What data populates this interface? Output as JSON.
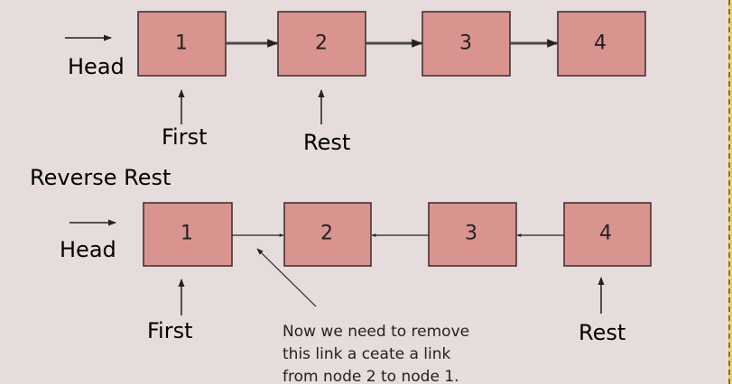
{
  "labels": {
    "head": "Head",
    "first": "First",
    "rest": "Rest",
    "section_title": "Reverse Rest"
  },
  "top_list": {
    "nodes": [
      "1",
      "2",
      "3",
      "4"
    ]
  },
  "bottom_list": {
    "nodes": [
      "1",
      "2",
      "3",
      "4"
    ]
  },
  "note": {
    "lines": [
      "Now we need to remove",
      "this link a ceate a link",
      "from node 2 to node 1."
    ]
  },
  "colors": {
    "background": "#e6dcdc",
    "node_fill": "#d99490",
    "node_stroke": "#3a2a2a",
    "arrow_strong": "#4a4a4a",
    "arrow_thin": "#222222"
  }
}
